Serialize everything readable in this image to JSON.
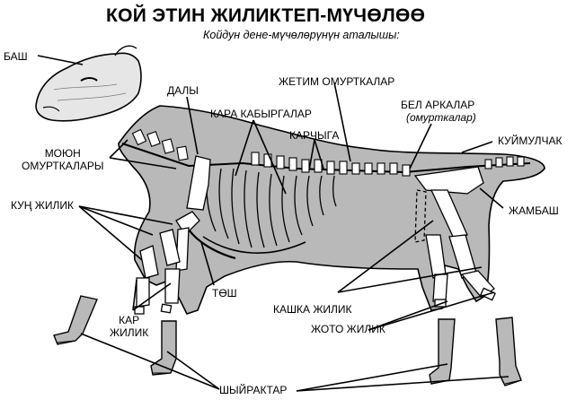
{
  "title": "КОЙ ЭТИН ЖИЛИКТЕП-МҮЧӨЛӨӨ",
  "subtitle": "Койдун дене-мүчөлөрүнүн аталышы:",
  "labels": {
    "bash": "БАШ",
    "daly": "ДАЛЫ",
    "kara_kabyrgalar": "КАРА КАБЫРГАЛАР",
    "zhetim_omurtkalar": "ЖЕТИМ ОМУРТКАЛАР",
    "bel_arkalar": "БЕЛ  АРКАЛАР",
    "bel_arkalar_sub": "(омурткалар)",
    "karchyga": "КАРЧЫГА",
    "kuimulchak": "КУЙМУЛЧАК",
    "moyun_1": "МОЮН",
    "moyun_2": "ОМУРТКАЛАРЫ",
    "kun_zhilik": "КУҢ ЖИЛИК",
    "zhambash": "ЖАМБАШ",
    "tosh": "ТӨШ",
    "kashka_zhilik": "КАШКА ЖИЛИК",
    "kar_1": "КАР",
    "kar_2": "ЖИЛИК",
    "zhoto_zhilik": "ЖОТО ЖИЛИК",
    "shyiraktar": "ШЫЙРАКТАР"
  },
  "colors": {
    "body_fill": "#b9b9b9",
    "bone_fill": "#ffffff",
    "ink": "#000000"
  }
}
